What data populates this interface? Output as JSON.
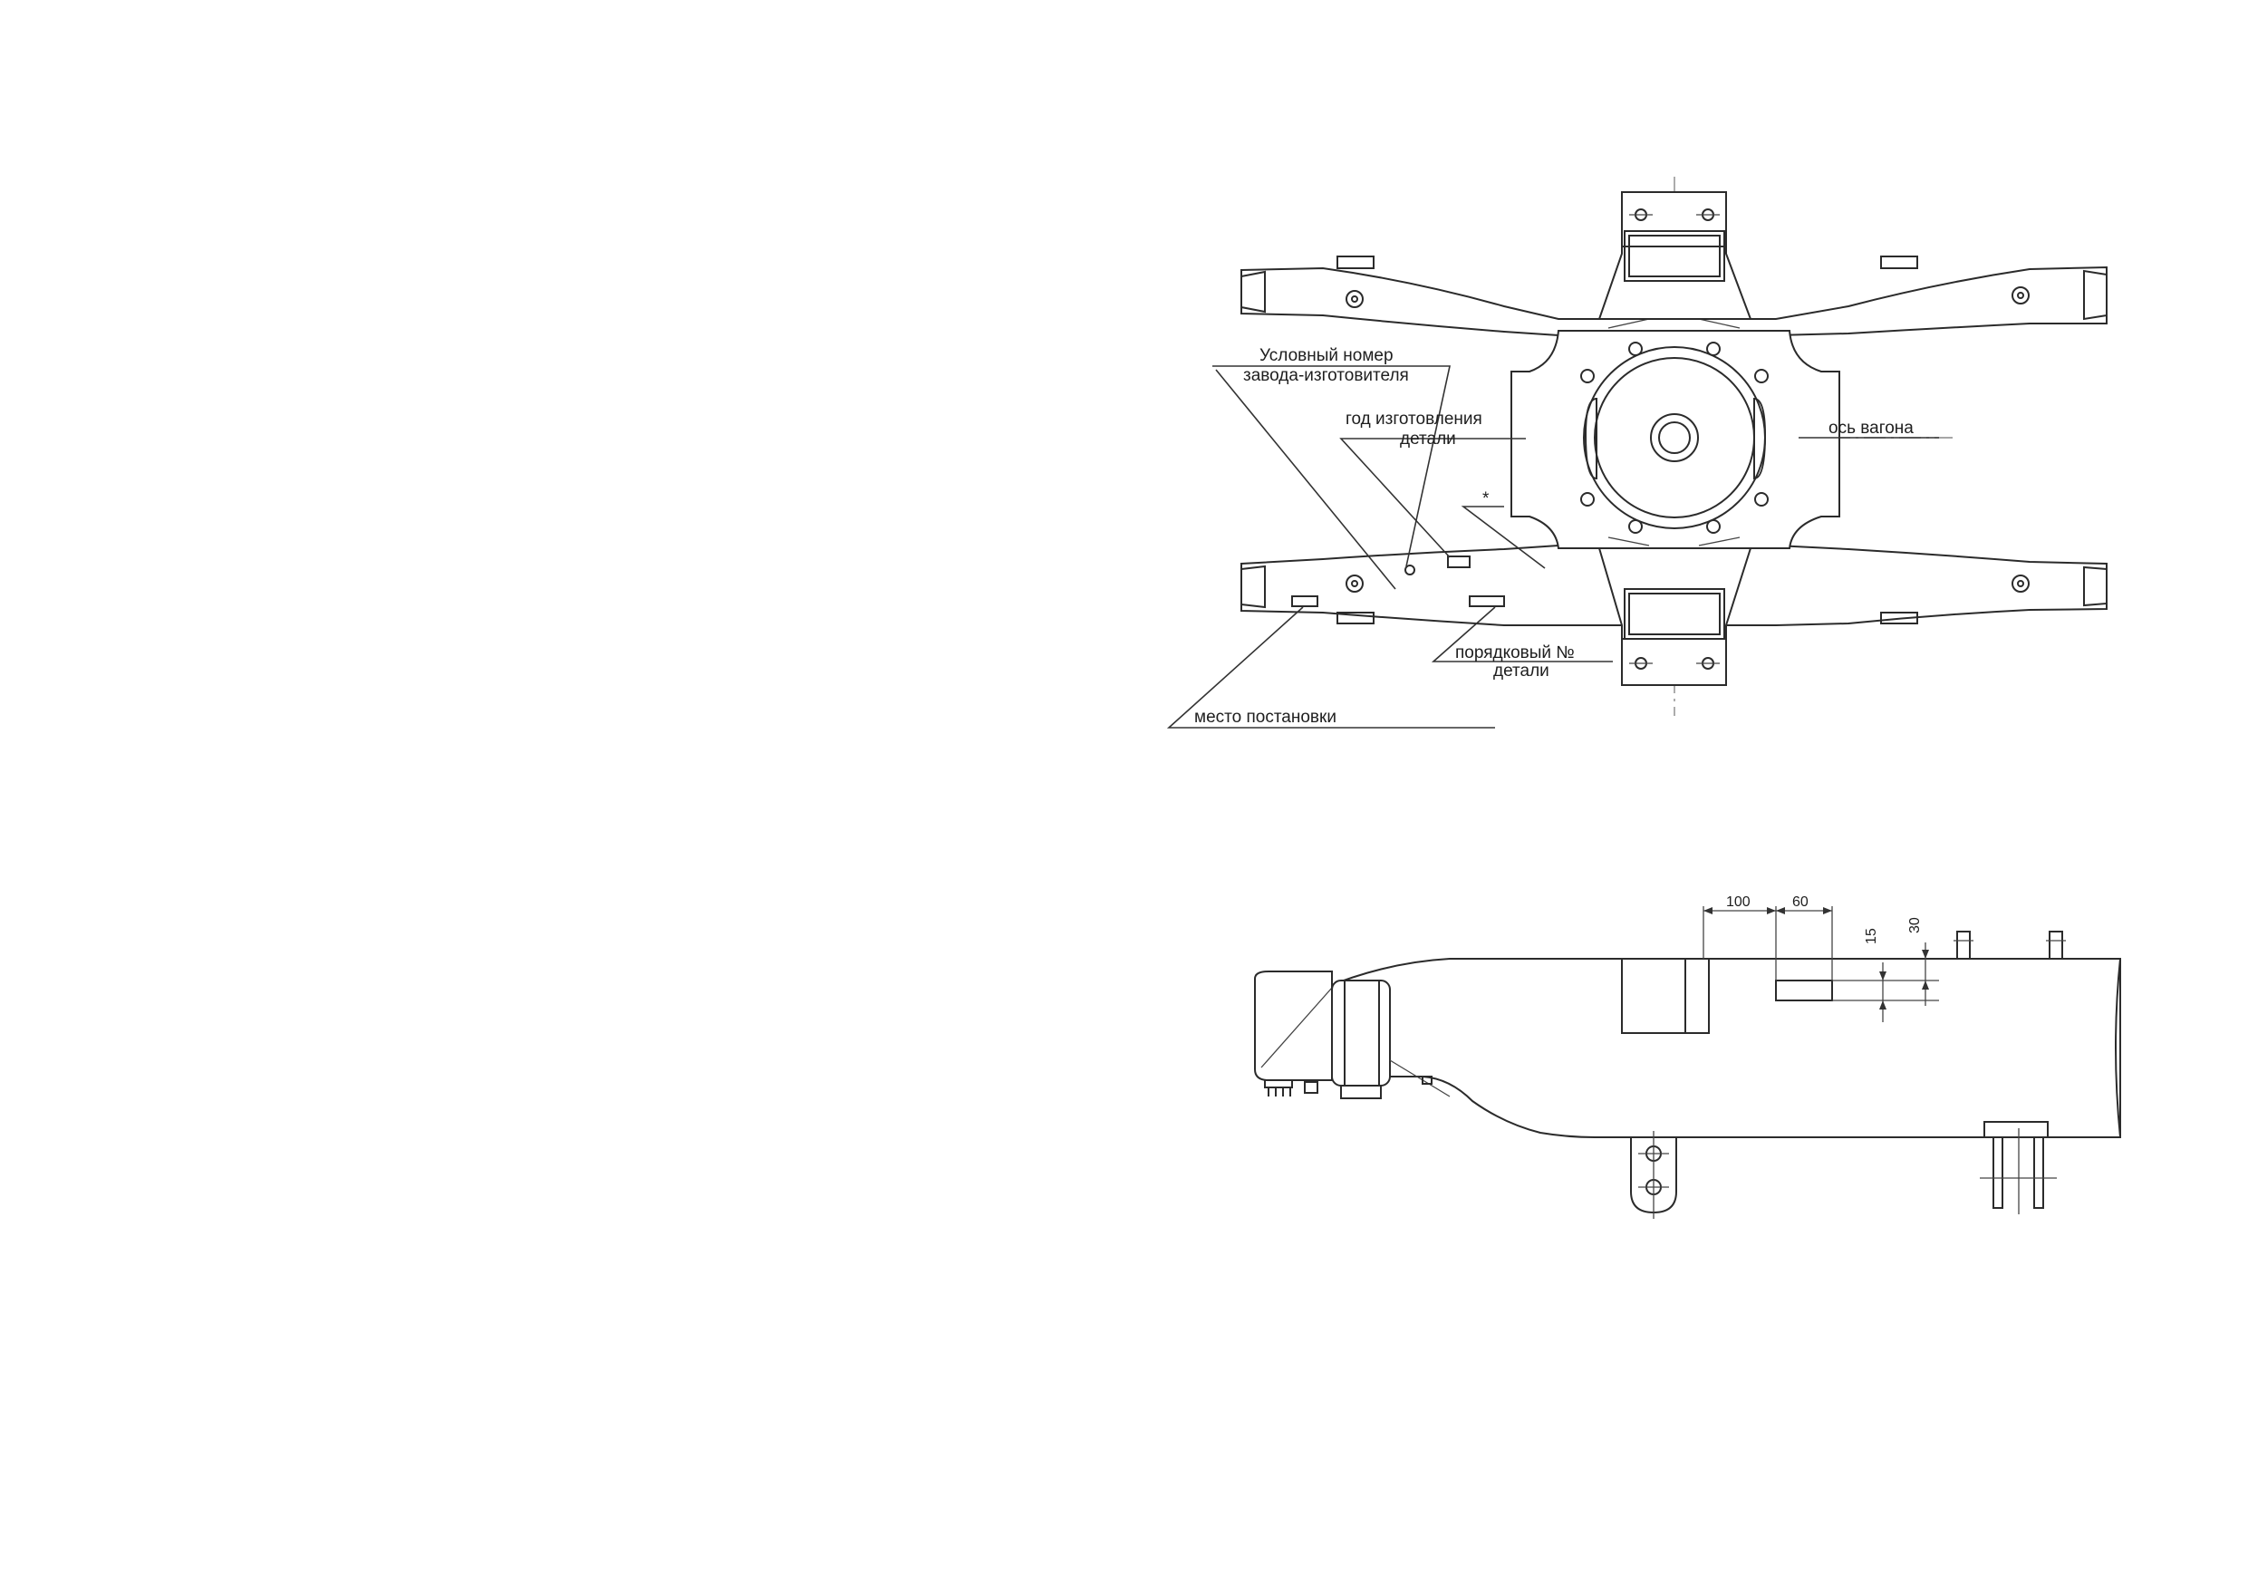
{
  "top_view": {
    "labels": {
      "manufacturer_code_line1": "Условный номер",
      "manufacturer_code_line2": "завода-изготовителя",
      "year_line1": "год  изготовления",
      "year_line2": "детали",
      "asterisk": "*",
      "car_axis": "ось  вагона",
      "serial_line1": "порядковый  №",
      "serial_line2": "детали",
      "placement": "место  постановки"
    }
  },
  "side_view": {
    "dimensions": {
      "d100": "100",
      "d60": "60",
      "d15": "15",
      "d30": "30"
    }
  }
}
